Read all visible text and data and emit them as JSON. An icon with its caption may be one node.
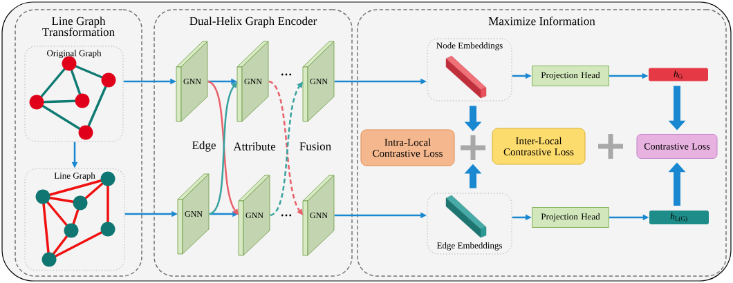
{
  "diagram": {
    "nodes": [
      {
        "text": [
          "Line Graph Transformation"
        ]
      },
      {
        "text": [
          "Original Graph"
        ],
        "in": 0
      },
      {
        "text": [
          "Line Graph"
        ],
        "in": 0
      },
      {
        "text": [
          "Dual-Helix Graph Encoder"
        ]
      },
      {
        "text": [
          "GNN"
        ],
        "in": 3
      },
      {
        "text": [
          "GNN"
        ],
        "in": 3
      },
      {
        "text": [
          "GNN"
        ],
        "in": 3
      },
      {
        "text": [
          "GNN"
        ],
        "in": 3
      },
      {
        "text": [
          "GNN"
        ],
        "in": 3
      },
      {
        "text": [
          "GNN"
        ],
        "in": 3
      },
      {
        "text": [
          "Maximize Information"
        ]
      },
      {
        "text": [
          "Node Embeddings"
        ],
        "in": 10
      },
      {
        "text": [
          "Edge Embeddings"
        ],
        "in": 10
      },
      {
        "text": [
          "Projection Head"
        ],
        "in": 10
      },
      {
        "text": [
          "Projection Head"
        ],
        "in": 10
      },
      {
        "text": [
          "*h*$_{G}$"
        ],
        "in": 10
      },
      {
        "text": [
          "*h*$_{L(G)}$"
        ],
        "in": 10
      },
      {
        "text": [
          "Intra-Local Contrastive Loss"
        ],
        "in": 10
      },
      {
        "text": [
          "Inter-Local Contrastive Loss"
        ],
        "in": 10
      },
      {
        "text": [
          "Contrastive Loss"
        ],
        "in": 10
      },
      {
        "text": [],
        "shape": "plus",
        "in": 10
      },
      {
        "text": [],
        "shape": "plus",
        "in": 10
      }
    ],
    "edges": [
      {
        "from": 1,
        "to": 2,
        "arrow": "to"
      },
      {
        "from": 1,
        "to": 4,
        "arrow": "to"
      },
      {
        "from": 2,
        "to": 7,
        "arrow": "to"
      },
      {
        "from": 4,
        "to": 5,
        "arrow": "to"
      },
      {
        "from": 7,
        "to": 8,
        "arrow": "to"
      },
      {
        "from": 4,
        "to": 8,
        "arrow": "to",
        "color": "#e8606a"
      },
      {
        "from": 7,
        "to": 5,
        "arrow": "to",
        "color": "#3aa3a0"
      },
      {
        "from": 5,
        "to": 9,
        "arrow": "to",
        "style": "dashed",
        "color": "#e8606a"
      },
      {
        "from": 8,
        "to": 6,
        "arrow": "to",
        "style": "dashed",
        "color": "#3aa3a0"
      },
      {
        "from": 6,
        "to": 11,
        "arrow": "to"
      },
      {
        "from": 9,
        "to": 12,
        "arrow": "to"
      },
      {
        "from": 11,
        "to": 13,
        "arrow": "to"
      },
      {
        "from": 12,
        "to": 14,
        "arrow": "to"
      },
      {
        "from": 13,
        "to": 15,
        "arrow": "to"
      },
      {
        "from": 14,
        "to": 16,
        "arrow": "to"
      },
      {
        "from": 11,
        "to": 20,
        "arrow": "to",
        "style": "thick"
      },
      {
        "from": 12,
        "to": 20,
        "arrow": "to",
        "style": "thick"
      },
      {
        "from": 15,
        "to": 19,
        "arrow": "to",
        "style": "thick"
      },
      {
        "from": 16,
        "to": 19,
        "arrow": "to",
        "style": "thick"
      }
    ],
    "labels": [
      "Edge",
      "Attribute",
      "Fusion",
      "…",
      "…"
    ]
  }
}
